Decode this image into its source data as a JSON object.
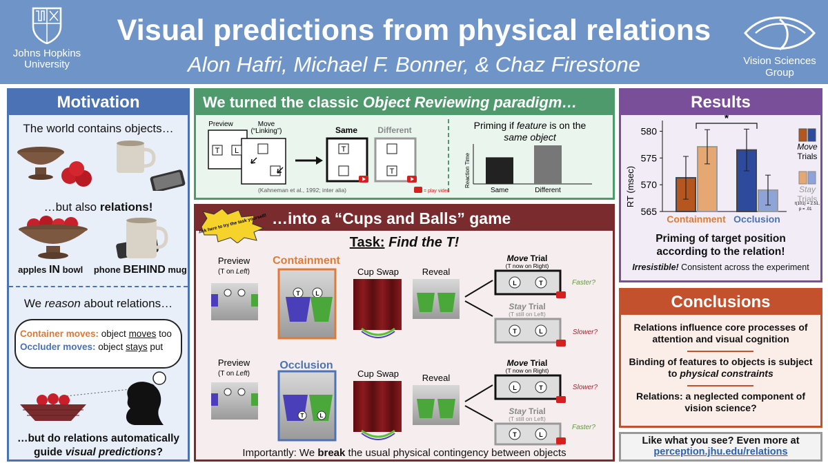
{
  "header": {
    "university": "Johns Hopkins University",
    "title": "Visual predictions from physical relations",
    "authors": "Alon Hafri, Michael F. Bonner, & Chaz Firestone",
    "group": "Vision Sciences Group",
    "colors": {
      "header_bg": "#6f95c8"
    }
  },
  "motivation": {
    "heading": "Motivation",
    "line1": "The world contains objects…",
    "line2_pre": "…but also ",
    "line2_bold": "relations!",
    "caption_apples_pre": "apples ",
    "caption_apples_bold": "IN",
    "caption_apples_post": " bowl",
    "caption_phone_pre": "phone ",
    "caption_phone_bold": "BEHIND",
    "caption_phone_post": " mug",
    "reason_pre": "We ",
    "reason_em": "reason",
    "reason_post": " about relations…",
    "container_label": "Container moves:",
    "container_pre": " object ",
    "container_u": "moves",
    "container_post": " too",
    "occluder_label": "Occluder moves:",
    "occluder_pre": " object ",
    "occluder_u": "stays",
    "occluder_post": " put",
    "question_l1": "…but do relations automatically",
    "question_l2_pre": "guide ",
    "question_l2_em": "visual predictions",
    "question_l2_post": "?"
  },
  "reviewing": {
    "heading_pre": "We turned the classic ",
    "heading_em": "Object Reviewing paradigm…",
    "preview": "Preview",
    "move": "Move",
    "linking": "(“Linking”)",
    "same": "Same",
    "different": "Different",
    "citation": "(Kahneman et al., 1992; inter alia)",
    "play_video": "= play video",
    "priming_l1_pre": "Priming if ",
    "priming_l1_em": "feature",
    "priming_l1_post": " is on the",
    "priming_l2": "same object",
    "axis_y": "Reaction Time",
    "letter_t": "T",
    "letter_l": "L"
  },
  "chart_data": [
    {
      "type": "bar",
      "categories": [
        "Same",
        "Different"
      ],
      "values": [
        1,
        1.45
      ],
      "xlabel": "",
      "ylabel": "Reaction Time"
    },
    {
      "type": "bar",
      "categories": [
        "Containment",
        "Occlusion"
      ],
      "series": [
        {
          "name": "Move Trials",
          "values": [
            571.3,
            576.5
          ],
          "errors": [
            4.0,
            3.9
          ]
        },
        {
          "name": "Stay Trials",
          "values": [
            577.1,
            569.0
          ],
          "errors": [
            3.2,
            2.8
          ]
        }
      ],
      "ylabel": "RT (msec)",
      "ylim": [
        565,
        582
      ],
      "yticks": [
        "565",
        "570",
        "575",
        "580"
      ],
      "significance": "*",
      "stats": "t(101) = 2.51, p = .01",
      "colors": {
        "containment_move": "#b5561f",
        "containment_stay": "#e6a872",
        "occlusion_move": "#2d4a9c",
        "occlusion_stay": "#8ea4d8"
      }
    }
  ],
  "cups": {
    "heading": "…into a “Cups and Balls” game",
    "badge": "Click here to try the task yourself!",
    "task_label": "Task:",
    "task_em": "Find the T!",
    "preview": "Preview",
    "t_on_left_pre": "(T on ",
    "t_on_left_em": "Left",
    "t_on_left_post": ")",
    "containment": "Containment",
    "occlusion": "Occlusion",
    "cup_swap": "Cup Swap",
    "reveal": "Reveal",
    "move_trial_em": "Move",
    "trial": " Trial",
    "t_now_right": "(T now on Right)",
    "stay_trial_em": "Stay",
    "t_still_left": "(T still on Left)",
    "faster": "Faster?",
    "slower": "Slower?",
    "importantly_pre": "Importantly: We ",
    "importantly_bold": "break",
    "importantly_post": " the usual physical contingency between objects"
  },
  "results": {
    "heading": "Results",
    "legend_move_em": "Move",
    "legend_stay_em": "Stay",
    "legend_trials": "Trials",
    "caption_l1": "Priming of target position",
    "caption_l2": "according to the relation!",
    "irresistible": "Irresistible!",
    "consistent": " Consistent across the experiment"
  },
  "conclusions": {
    "heading": "Conclusions",
    "item1": "Relations influence core processes of attention and visual cognition",
    "item2_pre": "Binding of features to objects is subject to ",
    "item2_em": "physical constraints",
    "item3": "Relations: a neglected component of vision science?"
  },
  "link": {
    "text": "Like what you see? Even more at",
    "url": "perception.jhu.edu/relations"
  }
}
